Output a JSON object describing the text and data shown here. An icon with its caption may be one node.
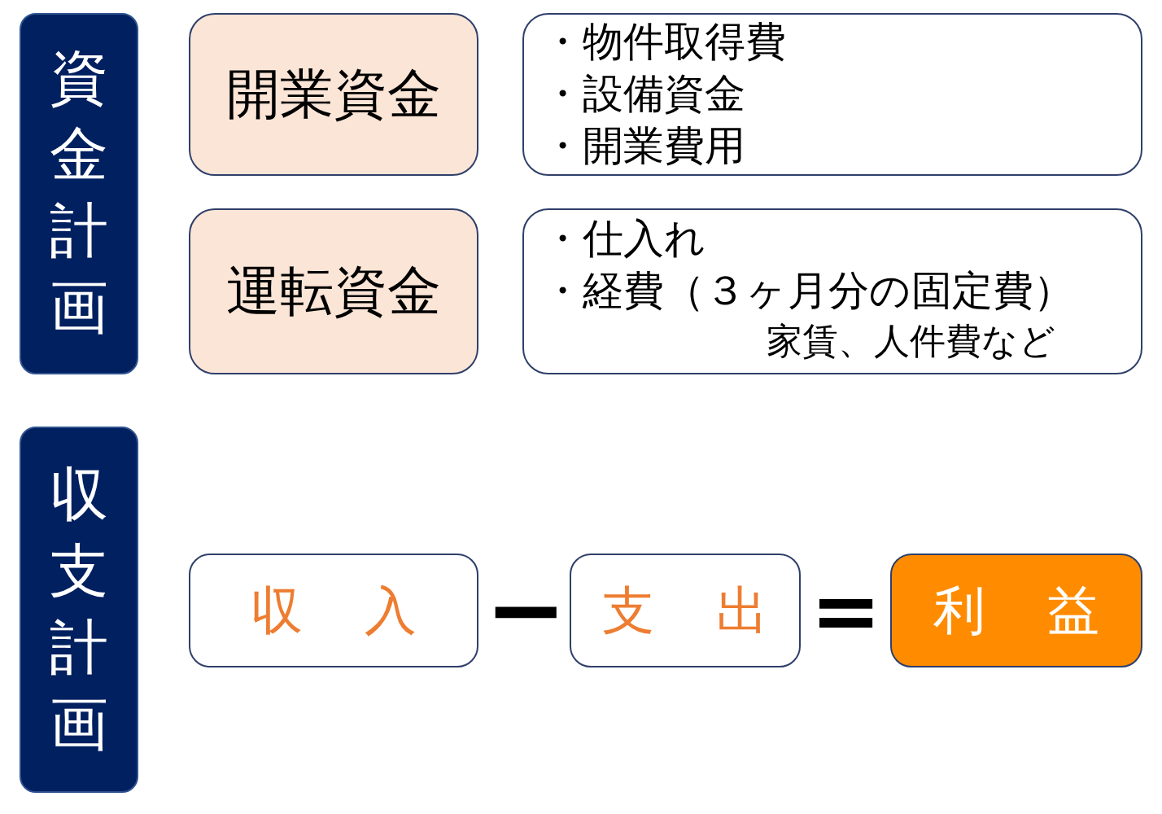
{
  "diagram": {
    "nodes": [
      {
        "text": [
          "資金計画"
        ]
      },
      {
        "text": [
          "開業資金"
        ]
      },
      {
        "text": [
          "・物件取得費",
          "・設備資金",
          "・開業費用"
        ]
      },
      {
        "text": [
          "運転資金"
        ]
      },
      {
        "text": [
          "・仕入れ",
          "・経費（３ヶ月分の固定費）",
          "家賃、人件費など"
        ]
      },
      {
        "text": [
          "収支計画"
        ]
      },
      {
        "text": [
          "収　入"
        ]
      },
      {
        "text": [
          "支　出"
        ]
      },
      {
        "text": [
          "利　益"
        ]
      }
    ],
    "labels": [
      "−",
      "="
    ]
  }
}
